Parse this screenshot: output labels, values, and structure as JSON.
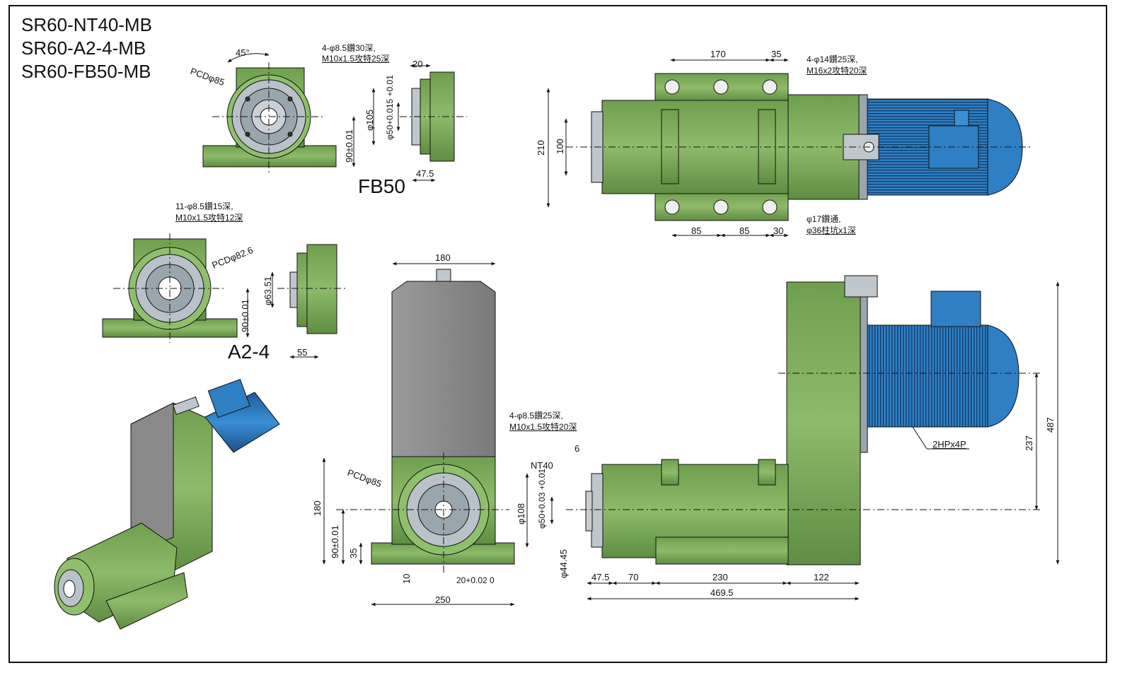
{
  "models": [
    "SR60-NT40-MB",
    "SR60-A2-4-MB",
    "SR60-FB50-MB"
  ],
  "colors": {
    "body_green": "#7fae5c",
    "body_green_dark": "#4f7d3a",
    "motor_blue": "#2f7fc4",
    "motor_blue_dark": "#1e5b99",
    "plate_gray": "#8a8a8a",
    "line": "#111111"
  },
  "fb50_view": {
    "view_label": "FB50",
    "angle": "45°",
    "pcd": "PCDφ85",
    "holes_note_1": "4-φ8.5鑽30深,",
    "holes_note_2": "M10x1.5攻特25深",
    "dim_20": "20",
    "dim_105": "φ105",
    "dim_50": "φ50+0.015 +0.01",
    "dim_height": "90±0.01",
    "dim_47_5": "47.5"
  },
  "a24_view": {
    "view_label": "A2-4",
    "holes_note_1": "11-φ8.5鑽15深,",
    "holes_note_2": "M10x1.5攻特12深",
    "pcd": "PCDφ82.6",
    "dim_63_51": "φ63.51",
    "dim_height": "90±0.01",
    "dim_55": "55"
  },
  "top_view": {
    "dim_170": "170",
    "dim_35": "35",
    "note_1": "4-φ14鑽25深,",
    "note_2": "M16x2攻特20深",
    "dim_210": "210",
    "dim_100": "100",
    "dim_85a": "85",
    "dim_85b": "85",
    "dim_30": "30",
    "note_3": "φ17鑽通,",
    "note_4": "φ36柱坑x1深"
  },
  "front_view": {
    "dim_180_top": "180",
    "note_1": "4-φ8.5鑽25深,",
    "note_2": "M10x1.5攻特20深",
    "pcd": "PCDφ85",
    "dim_180_side": "180",
    "dim_height": "90±0.01",
    "dim_35": "35",
    "dim_10": "10",
    "dim_20": "20+0.02 0",
    "dim_250": "250"
  },
  "side_view": {
    "dim_6": "6",
    "nt40": "NT40",
    "dim_108": "φ108",
    "dim_50": "φ50+0.03 +0.01",
    "dim_44_45": "φ44.45",
    "motor": "2HPx4P",
    "dim_237": "237",
    "dim_487": "487",
    "dim_47_5": "47.5",
    "dim_70": "70",
    "dim_230": "230",
    "dim_122": "122",
    "dim_469_5": "469.5"
  }
}
